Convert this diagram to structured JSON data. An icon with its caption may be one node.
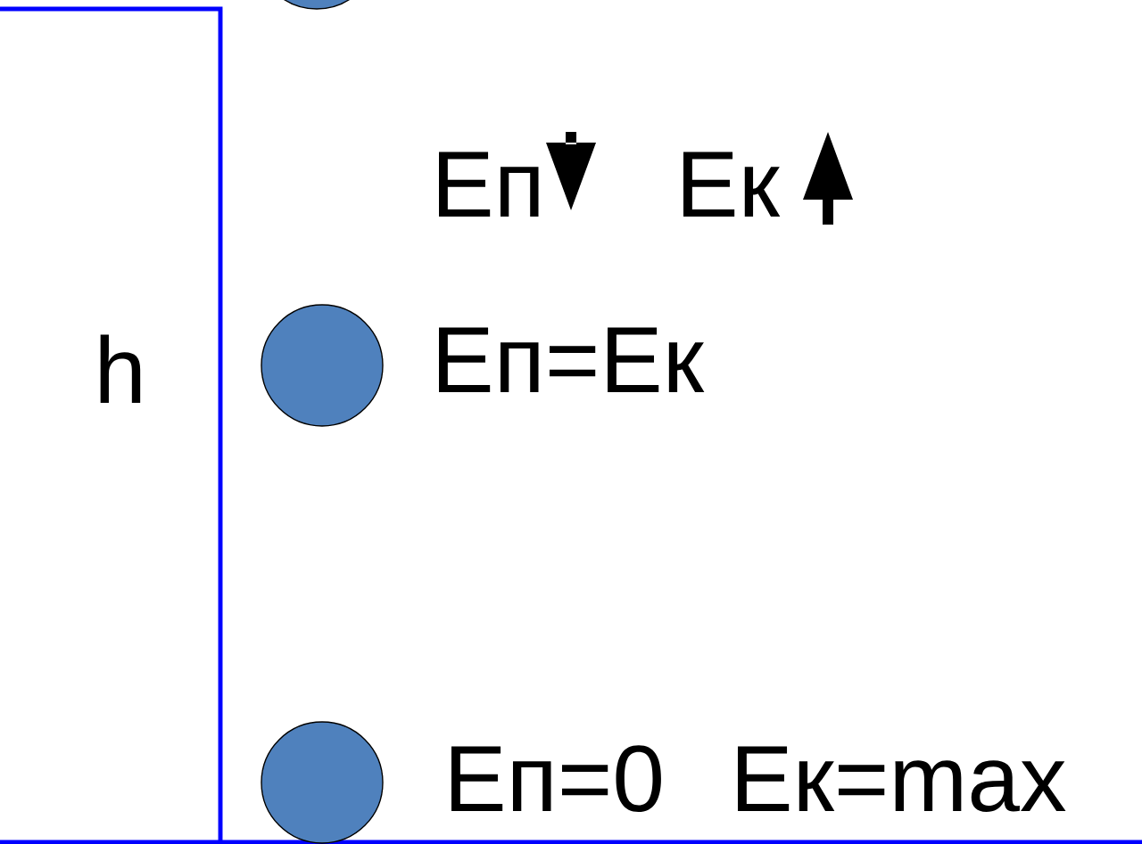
{
  "diagram": {
    "nodes": [
      {
        "text": [],
        "shape": "circle"
      },
      {
        "text": [],
        "shape": "circle",
        "beside": [
          "Eп=Eк"
        ]
      },
      {
        "text": [],
        "shape": "circle",
        "beside": [
          "Eп=0",
          "Eк=max"
        ]
      }
    ],
    "labels": [
      "h",
      "Eп",
      "Eк"
    ]
  }
}
